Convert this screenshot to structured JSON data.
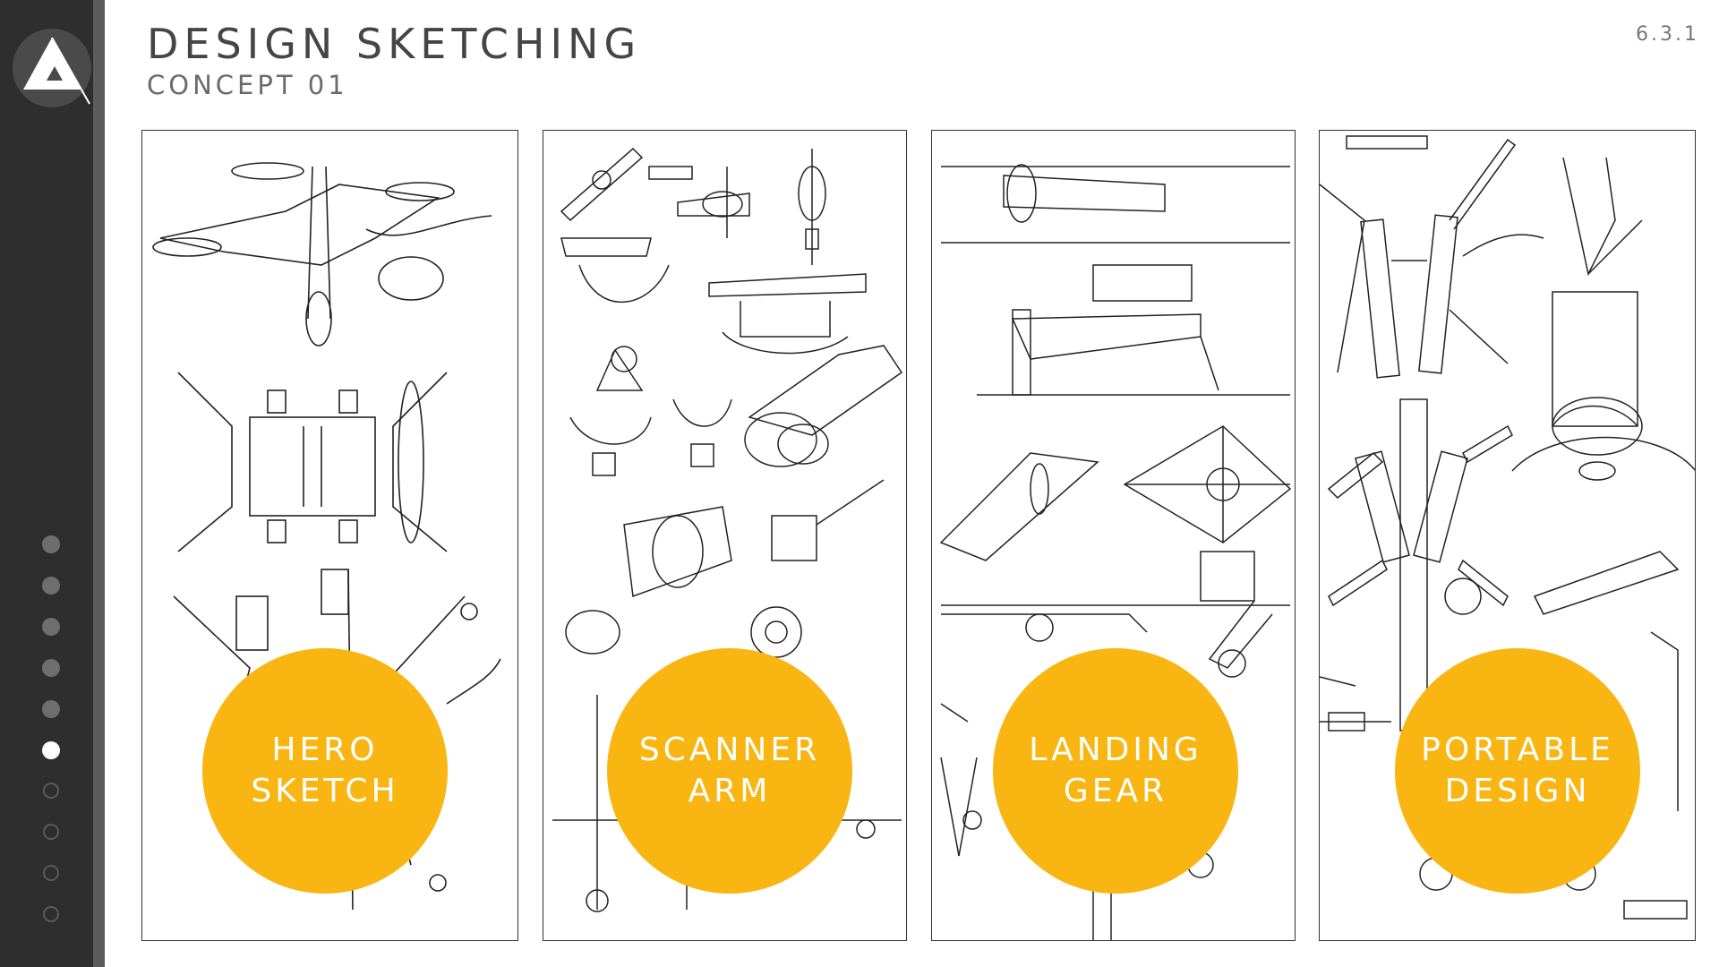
{
  "header": {
    "title": "DESIGN SKETCHING",
    "subtitle": "CONCEPT 01",
    "page_number": "6.3.1"
  },
  "sidebar": {
    "logo_icon": "triangle-logo-icon",
    "progress_dots": [
      "done",
      "done",
      "done",
      "done",
      "done",
      "current",
      "future",
      "future",
      "future",
      "future"
    ]
  },
  "panels": [
    {
      "badge_line1": "HERO",
      "badge_line2": "SKETCH"
    },
    {
      "badge_line1": "SCANNER",
      "badge_line2": "ARM"
    },
    {
      "badge_line1": "LANDING",
      "badge_line2": "GEAR"
    },
    {
      "badge_line1": "PORTABLE",
      "badge_line2": "DESIGN"
    }
  ],
  "colors": {
    "badge": "#f9b511",
    "sidebar": "#2e2e2e"
  }
}
